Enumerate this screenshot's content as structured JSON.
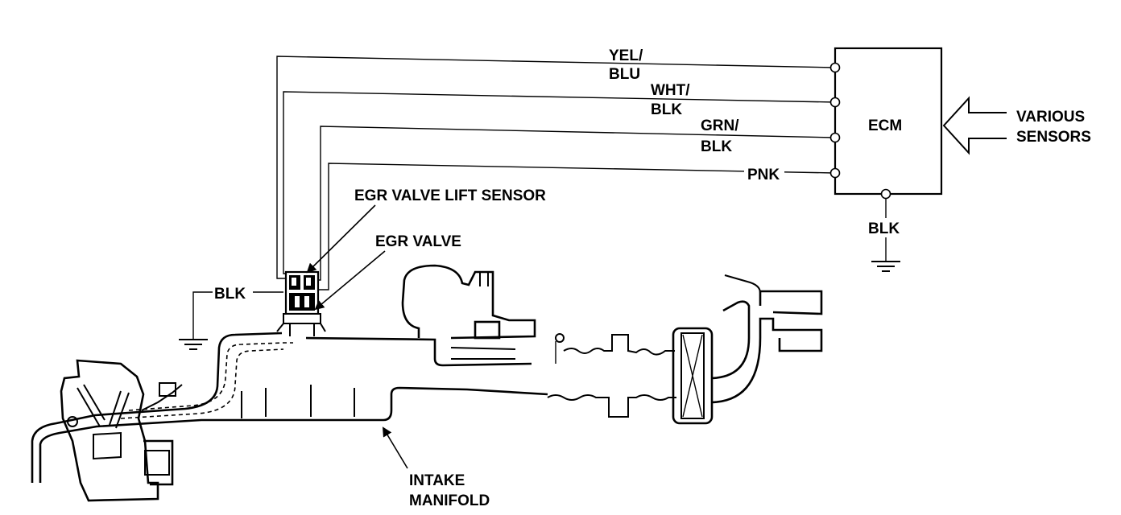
{
  "wires": [
    {
      "color_line1": "YEL/",
      "color_line2": "BLU"
    },
    {
      "color_line1": "WHT/",
      "color_line2": "BLK"
    },
    {
      "color_line1": "GRN/",
      "color_line2": "BLK"
    },
    {
      "color_line1": "PNK",
      "color_line2": ""
    }
  ],
  "ecm": {
    "label": "ECM",
    "ground_wire": "BLK"
  },
  "input": {
    "line1": "VARIOUS",
    "line2": "SENSORS"
  },
  "sensor_ground_wire": "BLK",
  "callouts": {
    "lift_sensor": "EGR VALVE LIFT SENSOR",
    "egr_valve": "EGR VALVE",
    "manifold_line1": "INTAKE",
    "manifold_line2": "MANIFOLD"
  }
}
